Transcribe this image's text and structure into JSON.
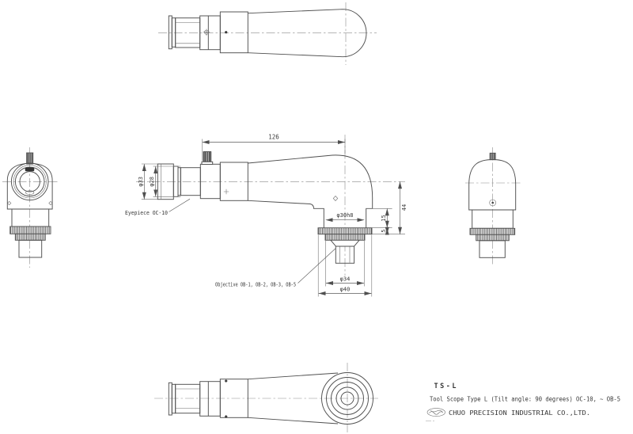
{
  "title_block": {
    "model": "TS-L",
    "description": "Tool Scope Type L (Tilt angle: 90 degrees) OC-10, ~ OB-5",
    "company": "CHUO PRECISION INDUSTRIAL CO.,LTD."
  },
  "labels": {
    "eyepiece": "Eyepiece OC-10",
    "objective": "Objective OB-1, OB-2, OB-3, OB-5"
  },
  "dimensions": {
    "overall_length": "126",
    "eyecup_diameter": "φ33",
    "eyepiece_tube_diameter": "φ28",
    "mount_diameter": "φ30h8",
    "axis_to_flange_height": "44",
    "shoulder_to_ring_height": "15",
    "ring_thickness": "5",
    "objective_ring_diameter": "φ34",
    "objective_flange_diameter": "φ40"
  },
  "colors": {
    "line": "#4f4f4f",
    "text": "#383838",
    "background": "#ffffff"
  }
}
